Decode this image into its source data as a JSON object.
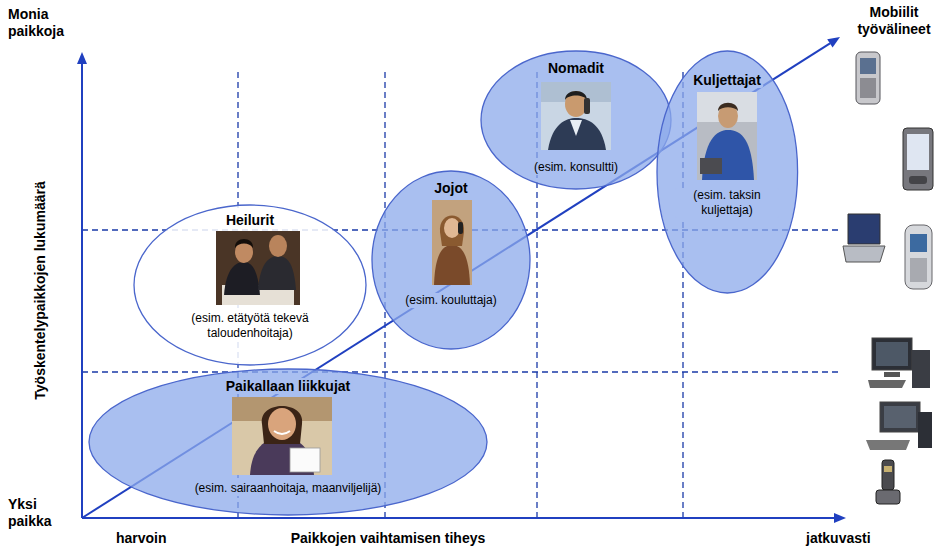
{
  "diagram": {
    "nodes": [
      {
        "text": [
          "Nomadit",
          "(esim. konsultti)"
        ]
      },
      {
        "text": [
          "Kuljettajat",
          "(esim. taksin kuljettaja)"
        ]
      },
      {
        "text": [
          "Jojot",
          "(esim. kouluttaja)"
        ]
      },
      {
        "text": [
          "Heilurit",
          "(esim. etätyötä tekevä taloudenhoitaja)"
        ]
      },
      {
        "text": [
          "Paikallaan liikkujat",
          "(esim. sairaanhoitaja, maanviljelijä)"
        ]
      }
    ],
    "labels": [
      "Monia paikkoja",
      "Työskentelypaikkojen lukumäärä",
      "Yksi paikka",
      "harvoin",
      "Paikkojen vaihtamisen tiheys",
      "jatkuvasti",
      "Mobiilit työvälineet"
    ]
  }
}
